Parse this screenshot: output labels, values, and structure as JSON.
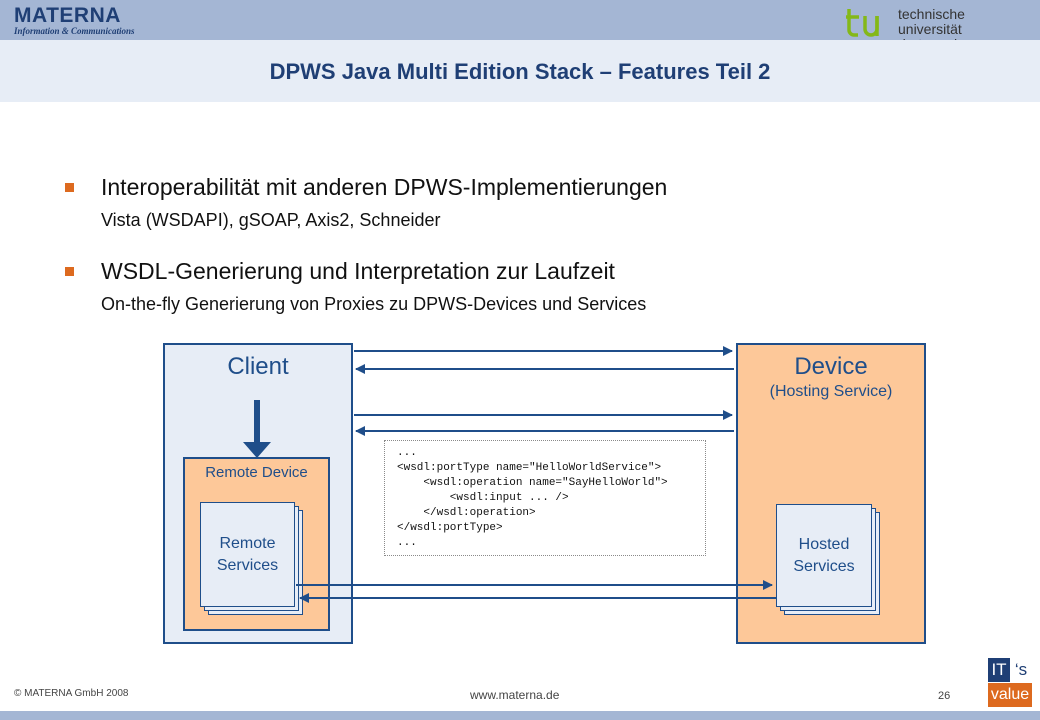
{
  "header": {
    "company_name": "MATERNA",
    "company_tagline": "Information & Communications",
    "university_line1": "technische universität",
    "university_line2": "dortmund",
    "title": "DPWS Java Multi Edition Stack – Features Teil 2"
  },
  "bullets": [
    {
      "heading": "Interoperabilität mit anderen DPWS-Implementierungen",
      "detail": "Vista (WSDAPI), gSOAP, Axis2, Schneider"
    },
    {
      "heading": "WSDL-Generierung und Interpretation zur Laufzeit",
      "detail": "On-the-fly Generierung von Proxies zu DPWS-Devices und Services"
    }
  ],
  "diagram": {
    "client_label": "Client",
    "device_label": "Device",
    "device_sublabel": "(Hosting Service)",
    "remote_device_label": "Remote Device",
    "remote_services_line1": "Remote",
    "remote_services_line2": "Services",
    "hosted_services_line1": "Hosted",
    "hosted_services_line2": "Services",
    "wsdl_lines": [
      "...",
      "<wsdl:portType name=\"HelloWorldService\">",
      "    <wsdl:operation name=\"SayHelloWorld\">",
      "        <wsdl:input ... />",
      "    </wsdl:operation>",
      "</wsdl:portType>",
      "..."
    ]
  },
  "footer": {
    "copyright": "© MATERNA GmbH 2008",
    "url": "www.materna.de",
    "page_number": "26",
    "logo_it": "IT",
    "logo_s": "‘s",
    "logo_value": "value"
  },
  "colors": {
    "brand_blue": "#1f3f75",
    "diagram_blue": "#1f4e8a",
    "orange": "#dd6a1f",
    "peach": "#fdc899",
    "light_blue": "#e7edf6",
    "tu_green": "#84b818"
  }
}
